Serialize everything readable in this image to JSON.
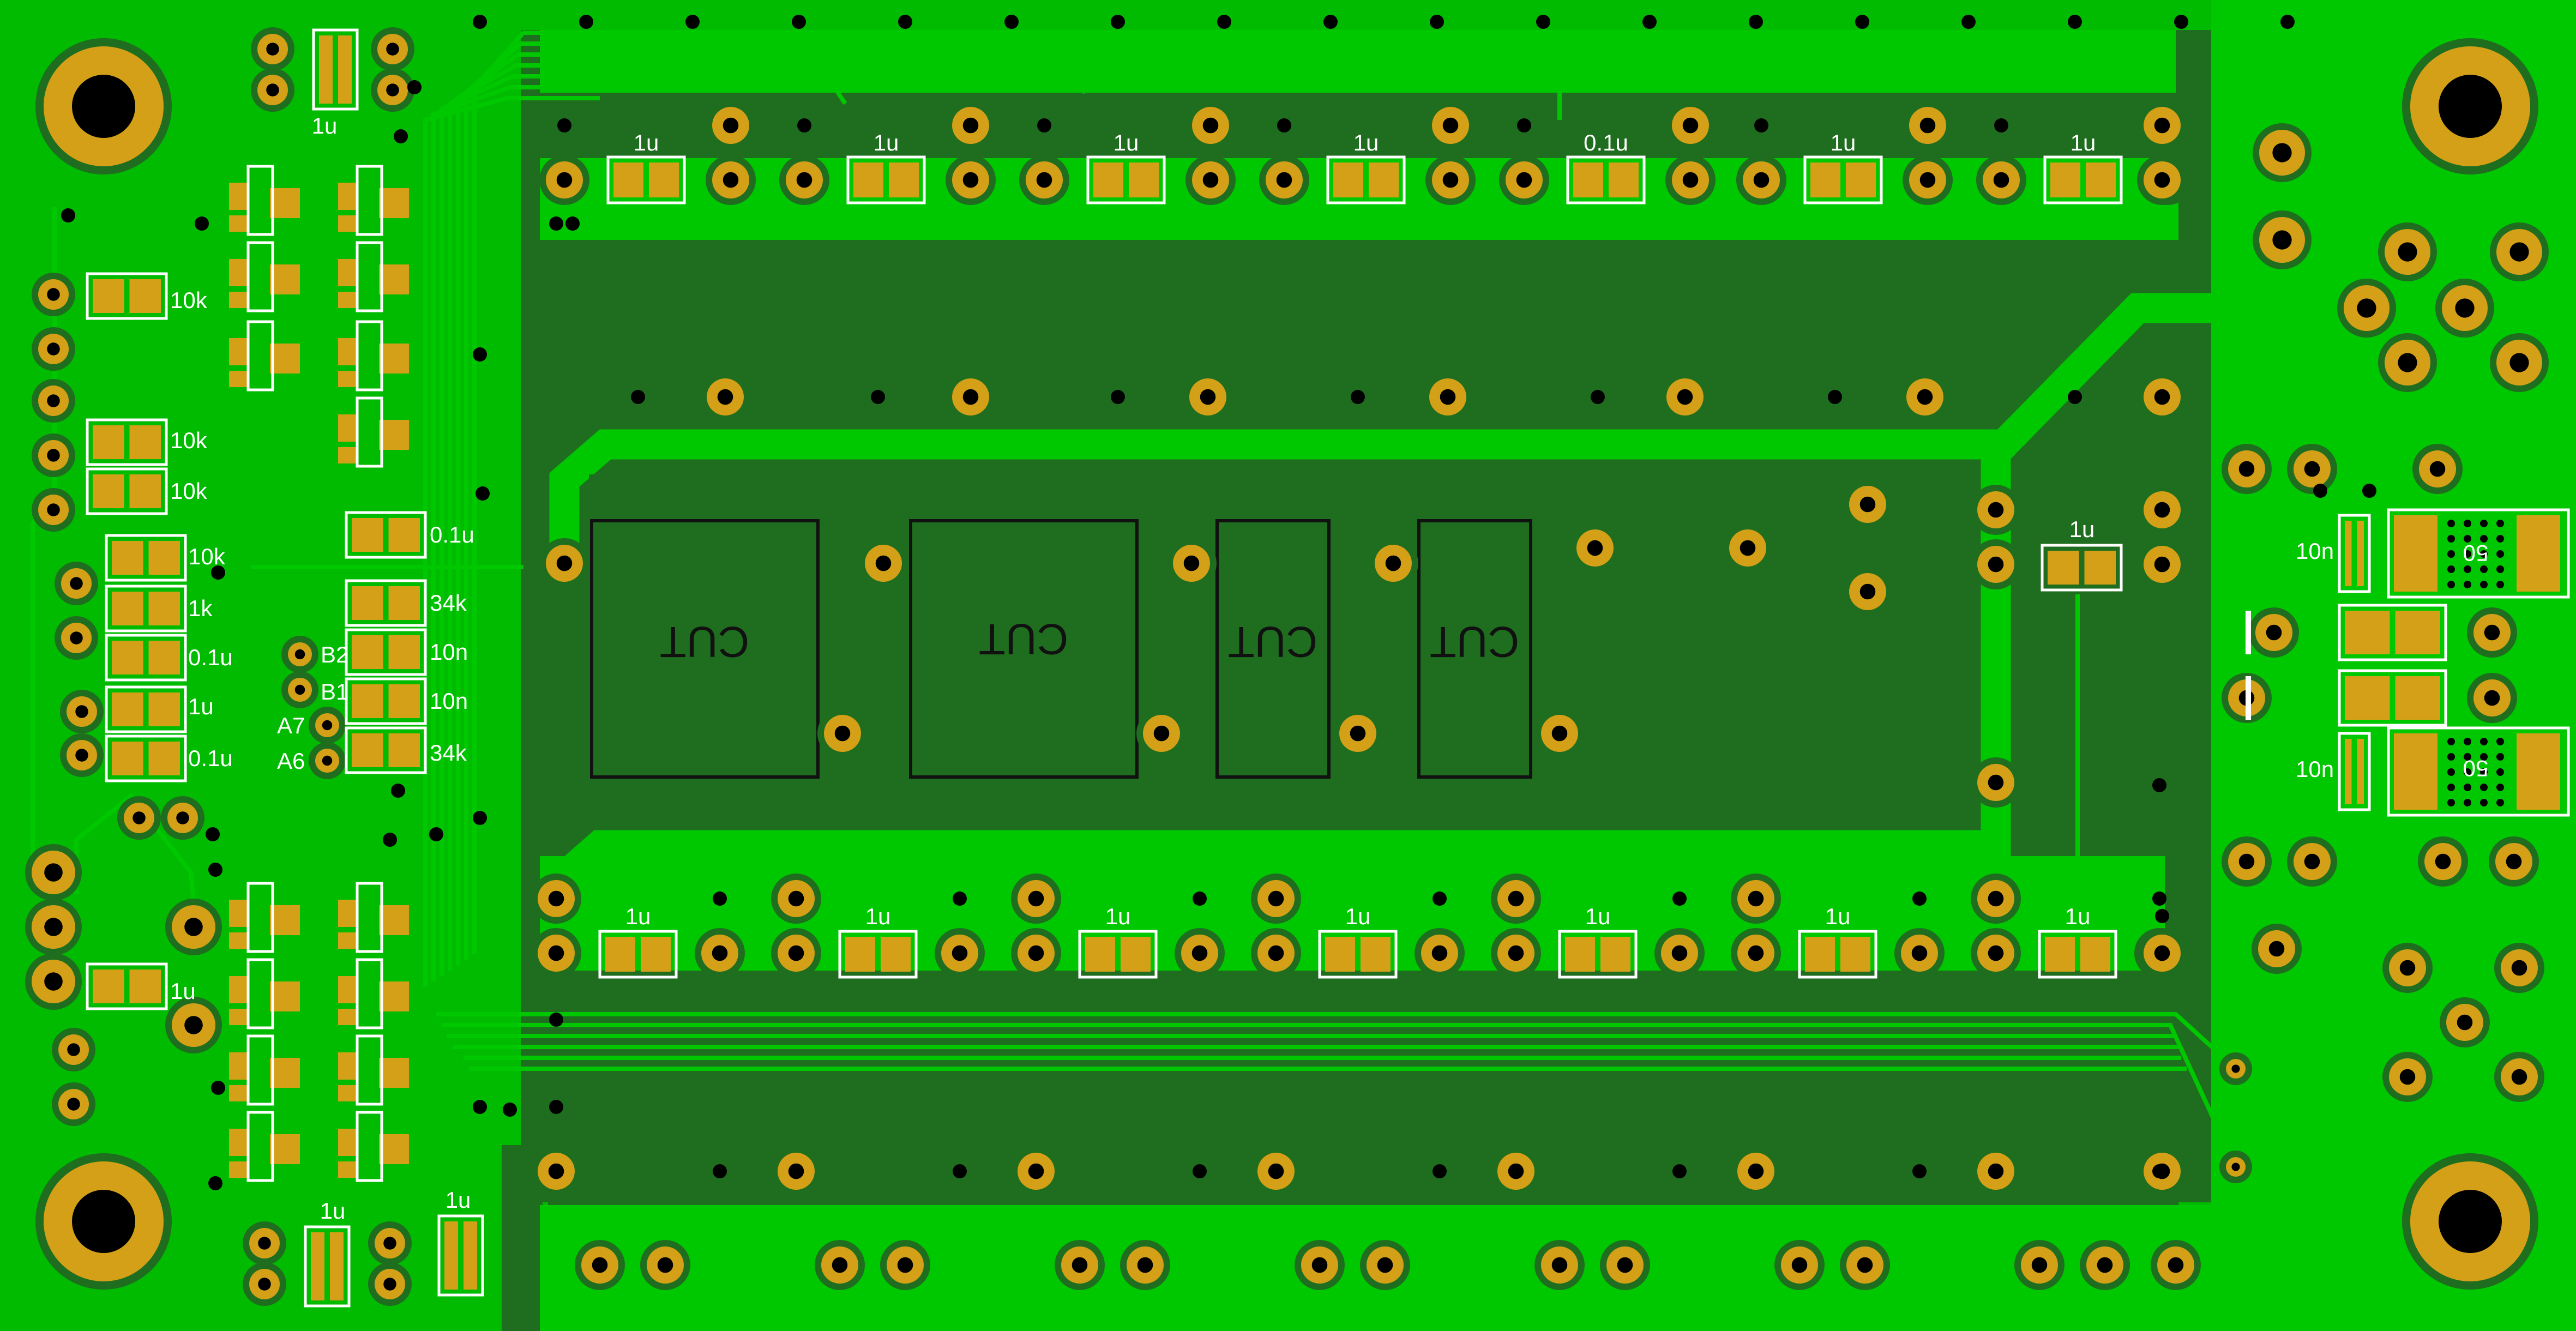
{
  "colors": {
    "board": "#00bb00",
    "copper_pour": "#1f6e1f",
    "trace": "#00c800",
    "pad": "#d4a017",
    "hole": "#000000",
    "silkscreen": "#ffffff"
  },
  "cut_zones": [
    "CUT",
    "CUT",
    "CUT",
    "CUT"
  ],
  "labels": {
    "top_left_cap": "1u",
    "bottom_left_cap_a": "1u",
    "bottom_left_cap_b": "1u",
    "left_cap_mid": "1u",
    "r_10k_a": "10k",
    "r_10k_b": "10k",
    "r_10k_c": "10k",
    "r_10k_d": "10k",
    "r_1k": "1k",
    "c_01u_a": "0.1u",
    "c_1u_left": "1u",
    "c_01u_b": "0.1u",
    "c_01u_center": "0.1u",
    "r_34k_a": "34k",
    "c_10n_a": "10n",
    "c_10n_b": "10n",
    "r_34k_b": "34k",
    "pin_b2": "B2",
    "pin_b1": "B1",
    "pin_a7": "A7",
    "pin_a6": "A6",
    "top_row": [
      "1u",
      "1u",
      "1u",
      "1u",
      "0.1u",
      "1u",
      "1u"
    ],
    "bottom_row": [
      "1u",
      "1u",
      "1u",
      "1u",
      "1u",
      "1u",
      "1u"
    ],
    "right_inner_cap": "1u",
    "right_10n_a": "10n",
    "right_10n_b": "10n",
    "right_50_a": "50",
    "right_50_b": "50"
  }
}
